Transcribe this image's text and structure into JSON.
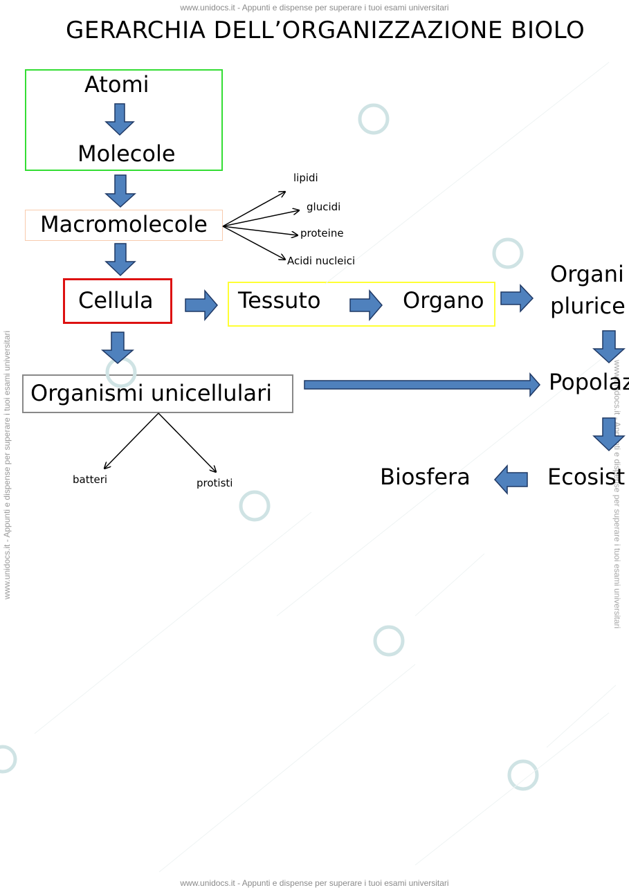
{
  "watermark": {
    "text": "www.unidocs.it - Appunti e dispense per superare i tuoi esami universitari"
  },
  "title": "GERARCHIA DELL’ORGANIZZAZIONE BIOLO",
  "nodes": {
    "atomi": "Atomi",
    "molecole": "Molecole",
    "macromolecole": "Macromolecole",
    "cellula": "Cellula",
    "tessuto": "Tessuto",
    "organo": "Organo",
    "organismi_pluri_line1": "Organi",
    "organismi_pluri_line2": "plurice",
    "organismi_unicellulari": "Organismi unicellulari",
    "popolazione": "Popolaz",
    "ecosistema": "Ecosist",
    "biosfera": "Biosfera"
  },
  "macromolecole_types": [
    "lipidi",
    "glucidi",
    "proteine",
    "Acidi nucleici"
  ],
  "unicellulari_types": [
    "batteri",
    "protisti"
  ],
  "colors": {
    "arrow_fill": "#4f81bd",
    "arrow_stroke": "#1f3864",
    "box_green": "#33dd33",
    "box_peach": "#f8cbad",
    "box_red": "#dd1111",
    "box_yellow": "#ffff33",
    "box_gray": "#888888"
  }
}
